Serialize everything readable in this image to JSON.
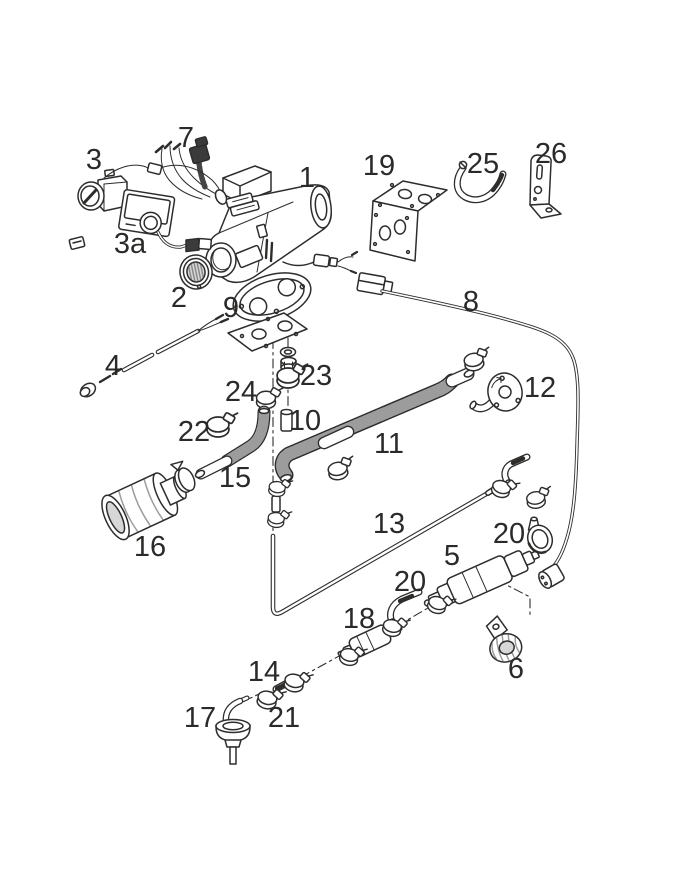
{
  "diagram": {
    "kind": "exploded-parts-diagram",
    "background_color": "#ffffff",
    "line_color": "#2e2d2c",
    "label_color": "#2b2a29",
    "labels": [
      {
        "text": "7"
      },
      {
        "text": "3"
      },
      {
        "text": "1"
      },
      {
        "text": "3a"
      },
      {
        "text": "19"
      },
      {
        "text": "25"
      },
      {
        "text": "26"
      },
      {
        "text": "2"
      },
      {
        "text": "9"
      },
      {
        "text": "8"
      },
      {
        "text": "4"
      },
      {
        "text": "23"
      },
      {
        "text": "24"
      },
      {
        "text": "12"
      },
      {
        "text": "10"
      },
      {
        "text": "22"
      },
      {
        "text": "11"
      },
      {
        "text": "15"
      },
      {
        "text": "13"
      },
      {
        "text": "16"
      },
      {
        "text": "20"
      },
      {
        "text": "5"
      },
      {
        "text": "20"
      },
      {
        "text": "18"
      },
      {
        "text": "14"
      },
      {
        "text": "6"
      },
      {
        "text": "17"
      },
      {
        "text": "21"
      }
    ]
  }
}
